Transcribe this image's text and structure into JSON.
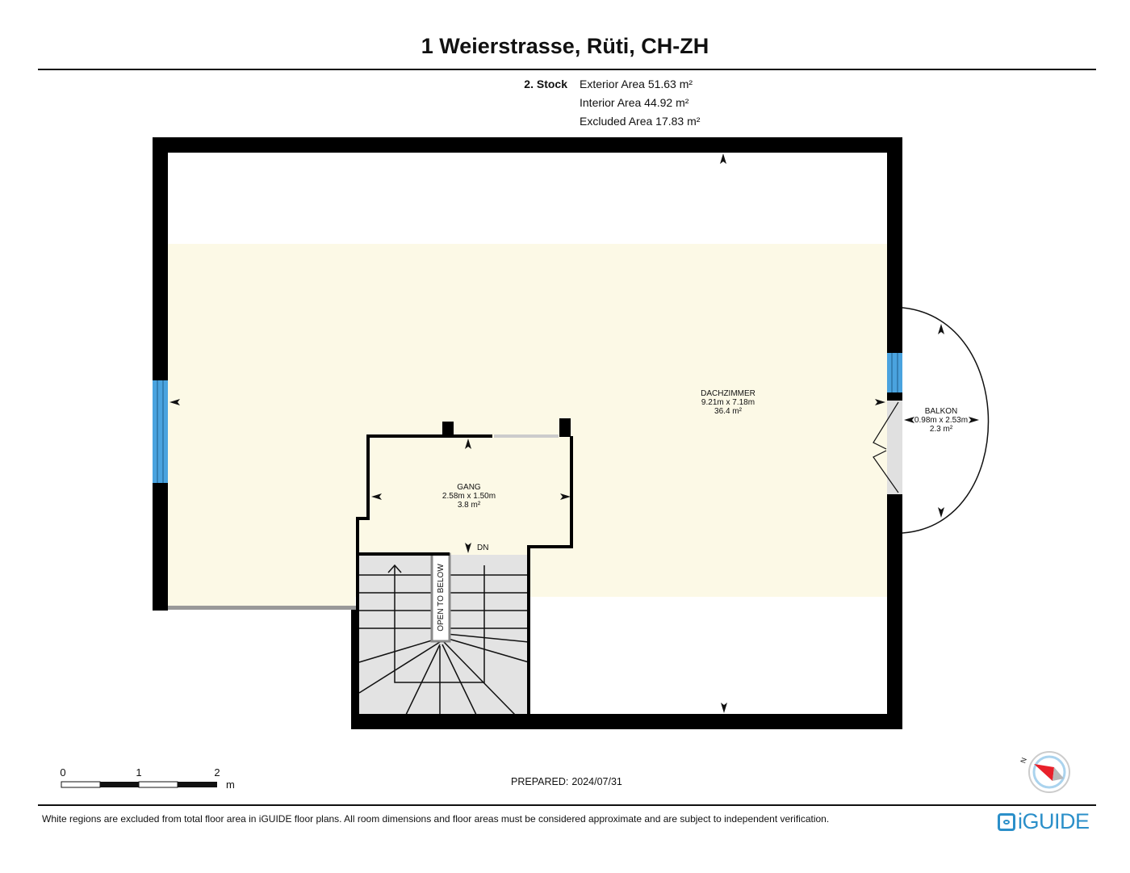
{
  "header": {
    "title": "1 Weierstrasse, Rüti, CH-ZH"
  },
  "areas": {
    "floor_label": "2. Stock",
    "lines": [
      "Exterior Area 51.63 m²",
      "Interior Area 44.92 m²",
      "Excluded Area 17.83 m²"
    ]
  },
  "rooms": {
    "dachzimmer": {
      "name": "DACHZIMMER",
      "dims": "9.21m x 7.18m",
      "area": "36.4 m²"
    },
    "gang": {
      "name": "GANG",
      "dims": "2.58m x 1.50m",
      "area": "3.8 m²"
    },
    "balkon": {
      "name": "BALKON",
      "dims": "0.98m x 2.53m",
      "area": "2.3 m²"
    }
  },
  "labels": {
    "stairs_down": "DN",
    "open_to_below": "OPEN TO BELOW"
  },
  "scale_bar": {
    "ticks": [
      "0",
      "1",
      "2"
    ],
    "unit": "m"
  },
  "compass": {
    "north_label": "N"
  },
  "prepared": {
    "label": "PREPARED:",
    "date": "2024/07/31"
  },
  "footer": {
    "disclaimer": "White regions are excluded from total floor area in iGUIDE floor plans. All room dimensions and floor areas must be considered approximate and are subject to independent verification.",
    "brand": "iGUIDE"
  },
  "colors": {
    "floor_fill": "#fcf9e6",
    "wall": "#000000",
    "window": "#4aa3df",
    "stairs": "#e3e3e3",
    "brand": "#2b8fc9",
    "compass_red": "#e8202a"
  }
}
